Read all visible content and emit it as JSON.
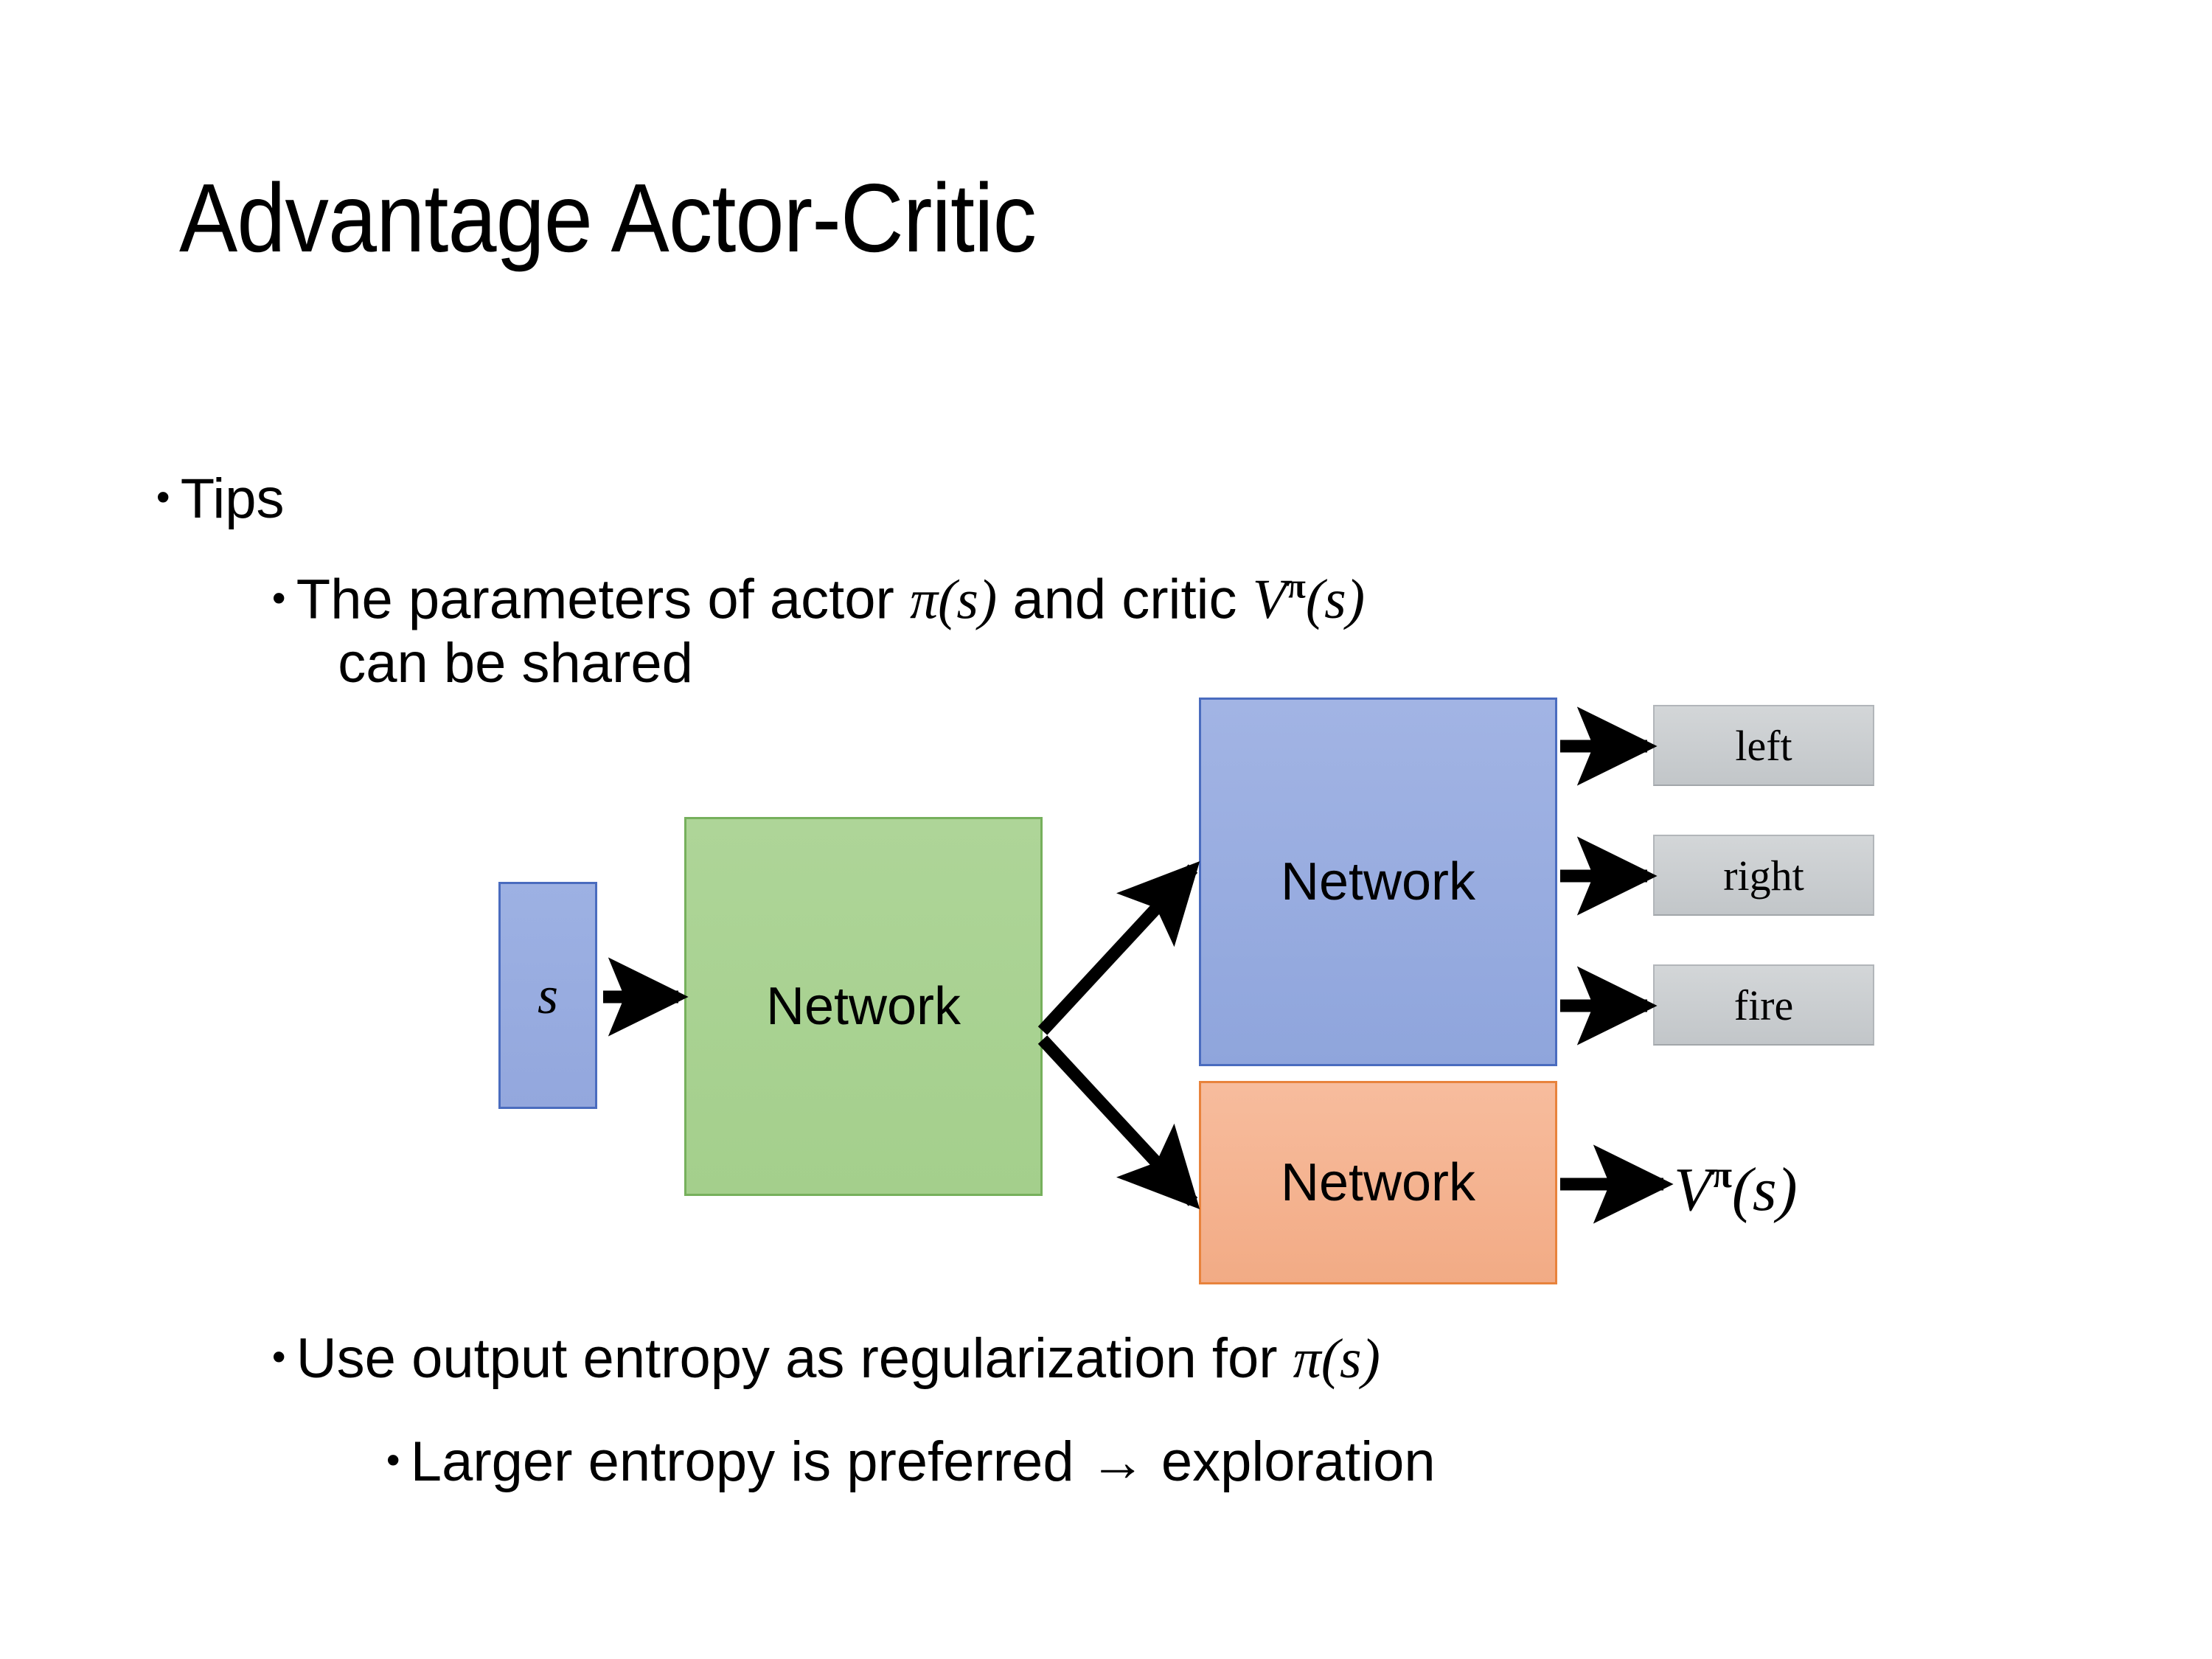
{
  "slide": {
    "title": "Advantage Actor-Critic",
    "background_color": "#ffffff"
  },
  "bullets": {
    "tips": {
      "marker": "•",
      "text": "Tips"
    },
    "parameters": {
      "marker": "•",
      "line1_prefix": "The parameters of actor ",
      "math_pi": "π(s)",
      "line1_mid": " and critic ",
      "math_v_base": "V",
      "math_v_sup": "π",
      "math_v_arg": "(s)",
      "line2": "can be shared"
    },
    "entropy": {
      "marker": "•",
      "text_prefix": "Use output entropy as regularization for ",
      "math_pi": "π(s)"
    },
    "larger": {
      "marker": "•",
      "text": "Larger entropy is preferred → exploration"
    }
  },
  "diagram": {
    "input_box": {
      "label": "s",
      "fill": "#95a8df",
      "border": "#4a6cbf"
    },
    "shared_network": {
      "label": "Network",
      "fill": "#a9d18e",
      "border": "#76b05c"
    },
    "actor_network": {
      "label": "Network",
      "fill": "#95a8df",
      "border": "#4a6cbf"
    },
    "critic_network": {
      "label": "Network",
      "fill": "#f4b183",
      "border": "#e8833c"
    },
    "action_outputs": [
      {
        "label": "left",
        "fill": "#c9cdd0"
      },
      {
        "label": "right",
        "fill": "#c9cdd0"
      },
      {
        "label": "fire",
        "fill": "#c9cdd0"
      }
    ],
    "value_output": {
      "base": "V",
      "superscript": "π",
      "argument": "(s)"
    },
    "arrow_color": "#000000"
  }
}
